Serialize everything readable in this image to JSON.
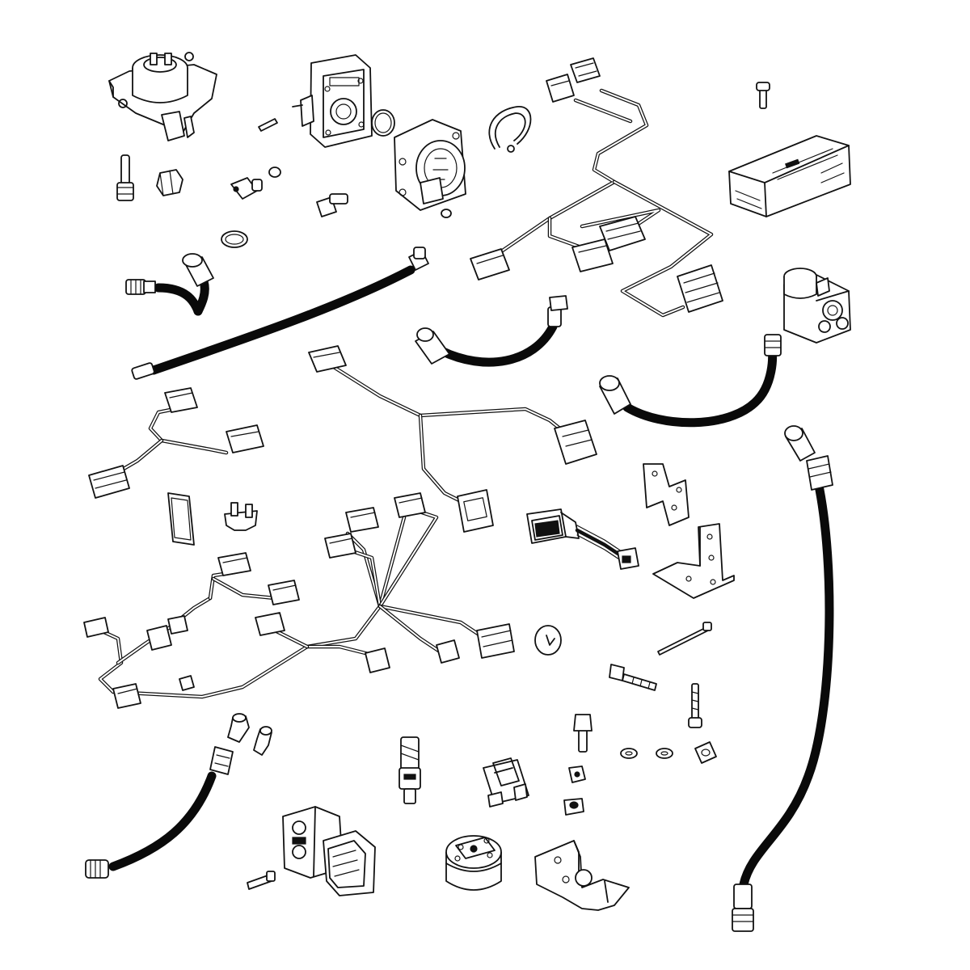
{
  "diagram": {
    "background": "#ffffff",
    "line_color": "#111111",
    "parts": [
      {
        "name": "ignition-switch-housing"
      },
      {
        "name": "control-valve-plate"
      },
      {
        "name": "o-ring"
      },
      {
        "name": "round-connector-socket"
      },
      {
        "name": "cable-tie"
      },
      {
        "name": "wiring-harness-top-right"
      },
      {
        "name": "control-module-ecu"
      },
      {
        "name": "steering-control-unit"
      },
      {
        "name": "hydraulic-hose"
      },
      {
        "name": "wiring-harness-main"
      },
      {
        "name": "rocker-switch-with-lead"
      },
      {
        "name": "mounting-bracket"
      },
      {
        "name": "bolts-and-washers"
      },
      {
        "name": "hydraulic-valve-block"
      },
      {
        "name": "sensor-cylinder"
      },
      {
        "name": "base-bracket"
      }
    ]
  }
}
